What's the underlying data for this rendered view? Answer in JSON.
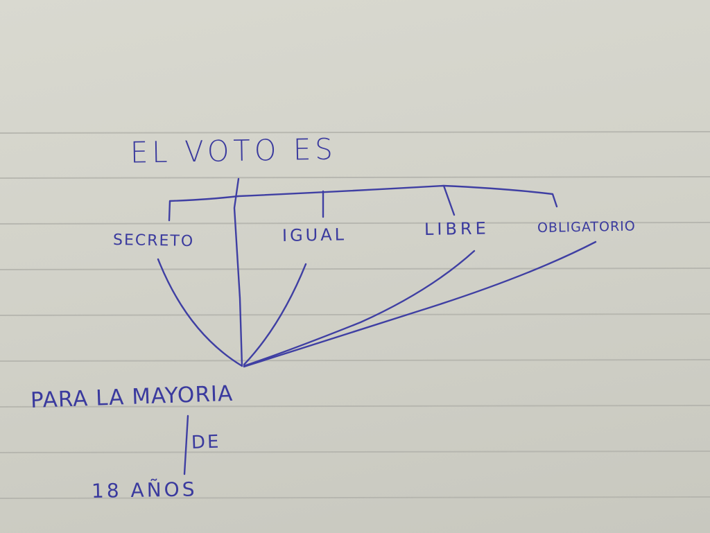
{
  "scene": {
    "description_colors": {
      "paper": "#d4d4cb",
      "rule_line": "#b3b3ac",
      "ink": "#3a3a9e"
    }
  },
  "note": {
    "title": "EL VOTO ES",
    "branches": [
      {
        "label": "SECRETO"
      },
      {
        "label": "IGUAL"
      },
      {
        "label": "LIBRE"
      },
      {
        "label": "OBLIGATORIO"
      }
    ],
    "bottom_line1": "PARA LA MAYORIA",
    "bottom_line2": "DE",
    "bottom_line3": "18 AÑOS"
  }
}
